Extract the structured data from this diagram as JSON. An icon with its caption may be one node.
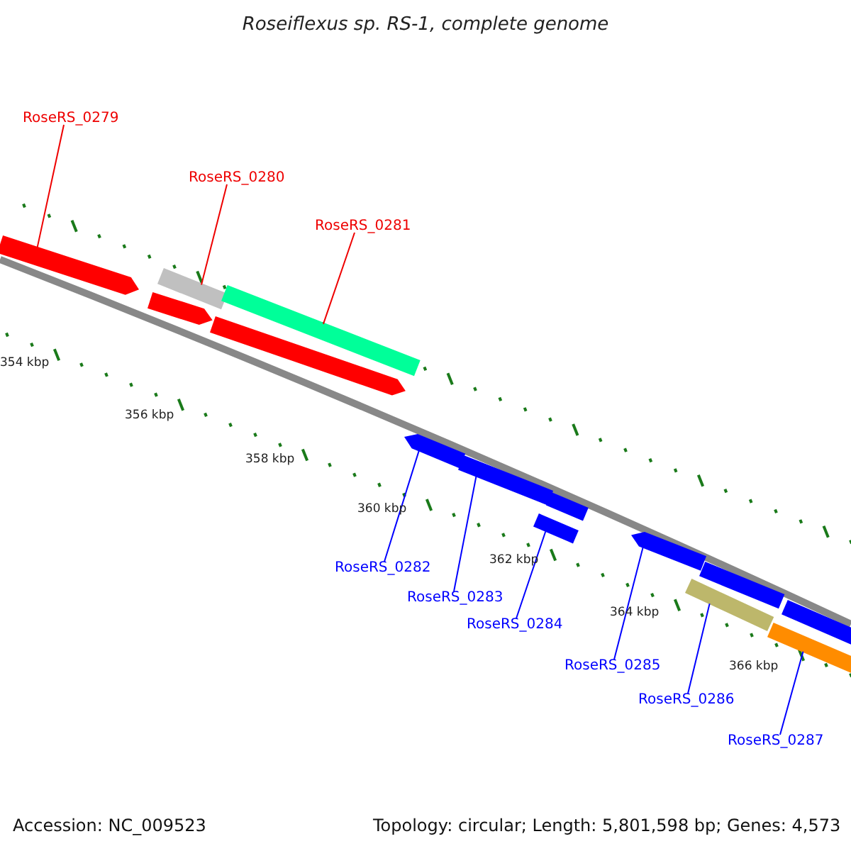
{
  "diagram": {
    "title": "Roseiflexus sp. RS-1, complete genome",
    "nodes": [
      {
        "text": [
          "RoseRS_0279"
        ]
      },
      {
        "text": [
          "RoseRS_0280"
        ]
      },
      {
        "text": [
          "RoseRS_0281"
        ]
      },
      {
        "text": [
          "RoseRS_0282"
        ]
      },
      {
        "text": [
          "RoseRS_0283"
        ]
      },
      {
        "text": [
          "RoseRS_0284"
        ]
      },
      {
        "text": [
          "RoseRS_0285"
        ]
      },
      {
        "text": [
          "RoseRS_0286"
        ]
      },
      {
        "text": [
          "RoseRS_0287"
        ]
      },
      {
        "text": [],
        "shape": "bar"
      },
      {
        "text": [],
        "shape": "bar"
      },
      {
        "text": [],
        "shape": "bar"
      },
      {
        "text": [],
        "shape": "bar"
      },
      {
        "text": [],
        "shape": "bar"
      },
      {
        "text": [],
        "shape": "bar"
      },
      {
        "text": [],
        "shape": "bar"
      },
      {
        "text": [],
        "shape": "bar"
      },
      {
        "text": [],
        "shape": "bar"
      },
      {
        "text": [],
        "shape": "bar"
      },
      {
        "text": [],
        "shape": "bar"
      },
      {
        "text": [],
        "shape": "bar"
      },
      {
        "text": [],
        "shape": "bar"
      },
      {
        "text": [],
        "shape": "bar"
      }
    ],
    "edges": [
      {
        "from": 0,
        "to": 9,
        "arrow": "none",
        "color": "#ee0000"
      },
      {
        "from": 1,
        "to": 10,
        "arrow": "none",
        "color": "#ee0000"
      },
      {
        "from": 2,
        "to": 11,
        "arrow": "none",
        "color": "#ee0000"
      },
      {
        "from": 3,
        "to": 14,
        "arrow": "none"
      },
      {
        "from": 4,
        "to": 15,
        "arrow": "none"
      },
      {
        "from": 5,
        "to": 17,
        "arrow": "none"
      },
      {
        "from": 6,
        "to": 18,
        "arrow": "none"
      },
      {
        "from": 7,
        "to": 20,
        "arrow": "none"
      },
      {
        "from": 8,
        "to": 22,
        "arrow": "none"
      }
    ],
    "labels": [
      "354 kbp",
      "356 kbp",
      "358 kbp",
      "360 kbp",
      "362 kbp",
      "364 kbp",
      "366 kbp",
      "Accession: NC_009523",
      "Topology: circular; Length: 5,801,598 bp; Genes: 4,573"
    ]
  }
}
